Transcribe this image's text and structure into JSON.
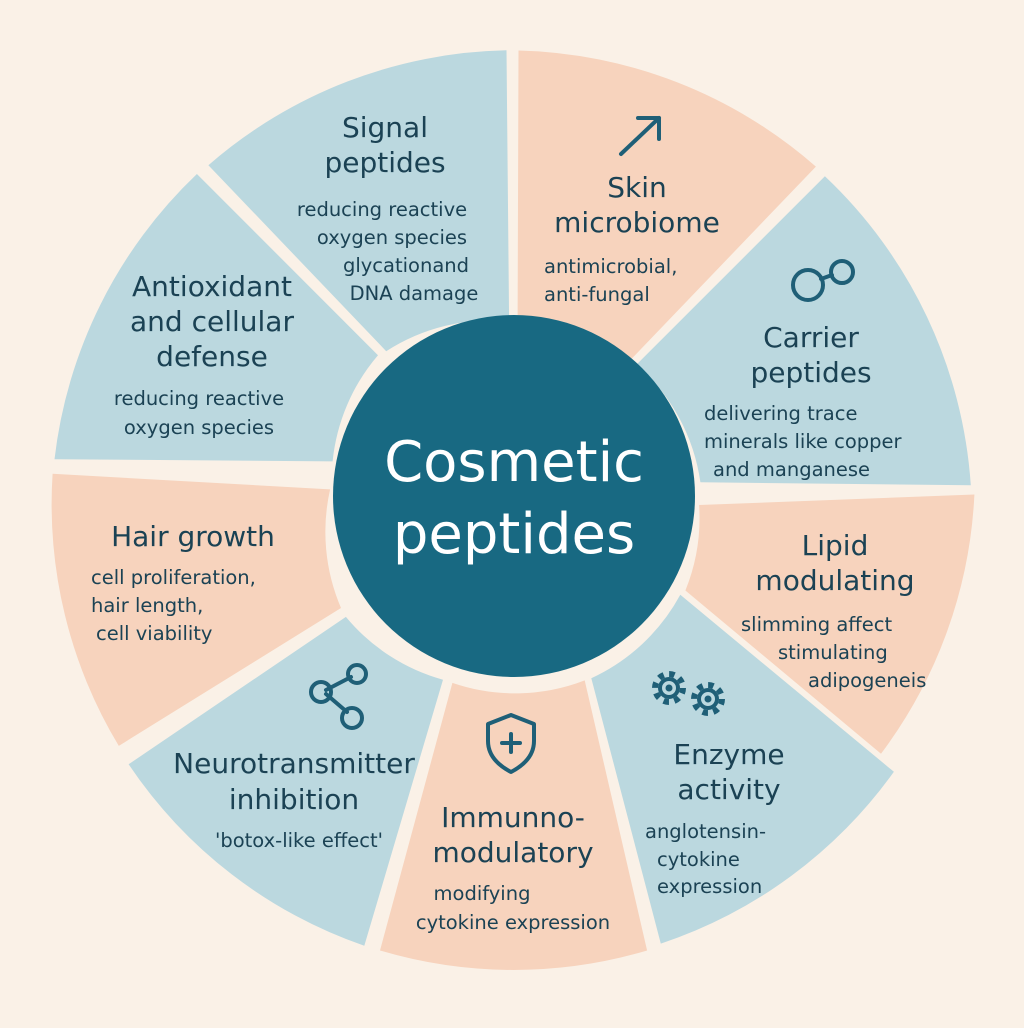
{
  "center": {
    "lines": [
      "Cosmetic",
      "peptides"
    ]
  },
  "colors": {
    "background": "#FAF1E7",
    "blue_segment": "#BBD8DF",
    "peach_segment": "#F7D3BD",
    "center": "#186982",
    "text": "#1B4254",
    "icon": "#1F5F77"
  },
  "segments": [
    {
      "key": "signal-peptides",
      "title": [
        "Signal",
        "peptides"
      ],
      "desc": [
        "reducing reactive",
        "oxygen species",
        "glycationand",
        "DNA damage"
      ],
      "color": "blue",
      "icon": null
    },
    {
      "key": "skin-microbiome",
      "title": [
        "Skin",
        "microbiome"
      ],
      "desc": [
        "antimicrobial,",
        "anti-fungal"
      ],
      "color": "peach",
      "icon": "arrow-up-right-icon"
    },
    {
      "key": "carrier-peptides",
      "title": [
        "Carrier",
        "peptides"
      ],
      "desc": [
        "delivering trace",
        "minerals like copper",
        "and manganese"
      ],
      "color": "blue",
      "icon": "two-circles-icon"
    },
    {
      "key": "lipid-modulating",
      "title": [
        "Lipid",
        "modulating"
      ],
      "desc": [
        "slimming affect",
        "stimulating",
        "adipogeneis"
      ],
      "color": "peach",
      "icon": null
    },
    {
      "key": "enzyme-activity",
      "title": [
        "Enzyme",
        "activity"
      ],
      "desc": [
        "anglotensin-",
        "cytokine",
        "expression"
      ],
      "color": "blue",
      "icon": "gears-icon"
    },
    {
      "key": "immunomodulatory",
      "title": [
        "Immunno-",
        "modulatory"
      ],
      "desc": [
        "modifying",
        "cytokine expression"
      ],
      "color": "peach",
      "icon": "shield-plus-icon"
    },
    {
      "key": "neurotransmitter-inhibition",
      "title": [
        "Neurotransmitter",
        "inhibition"
      ],
      "desc": [
        "'botox-like effect'"
      ],
      "color": "blue",
      "icon": "molecule-icon"
    },
    {
      "key": "hair-growth",
      "title": [
        "Hair growth"
      ],
      "desc": [
        "cell proliferation,",
        "hair length,",
        "cell viability"
      ],
      "color": "peach",
      "icon": null
    },
    {
      "key": "antioxidant",
      "title": [
        "Antioxidant",
        "and cellular",
        "defense"
      ],
      "desc": [
        "reducing reactive",
        "oxygen species"
      ],
      "color": "blue",
      "icon": null
    }
  ]
}
